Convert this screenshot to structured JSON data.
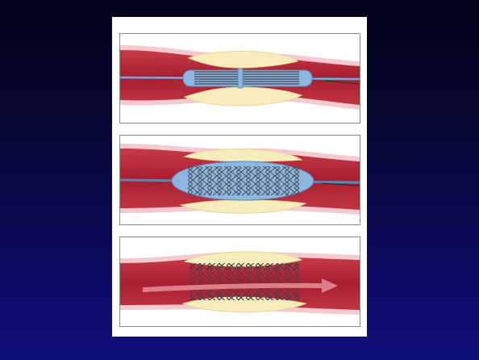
{
  "slide": {
    "background_top": "#03031a",
    "background_bottom": "#0e0e7a"
  },
  "figure": {
    "panels": [
      {
        "stage": "catheter-with-crimped-stent-at-plaque"
      },
      {
        "stage": "balloon-inflated-stent-expanded"
      },
      {
        "stage": "stent-deployed-blood-flow-restored"
      }
    ]
  },
  "colors": {
    "vessel_wall": "#f4c9cf",
    "lumen_blood": "#b02536",
    "plaque": "#f6ecbc",
    "catheter_balloon": "#8fb6df",
    "stent_wire": "#404a56",
    "flow_arrow": "#e28a90"
  },
  "icons": [
    "artery-icon",
    "plaque-icon",
    "catheter-icon",
    "balloon-icon",
    "stent-icon",
    "flow-arrow-icon"
  ]
}
